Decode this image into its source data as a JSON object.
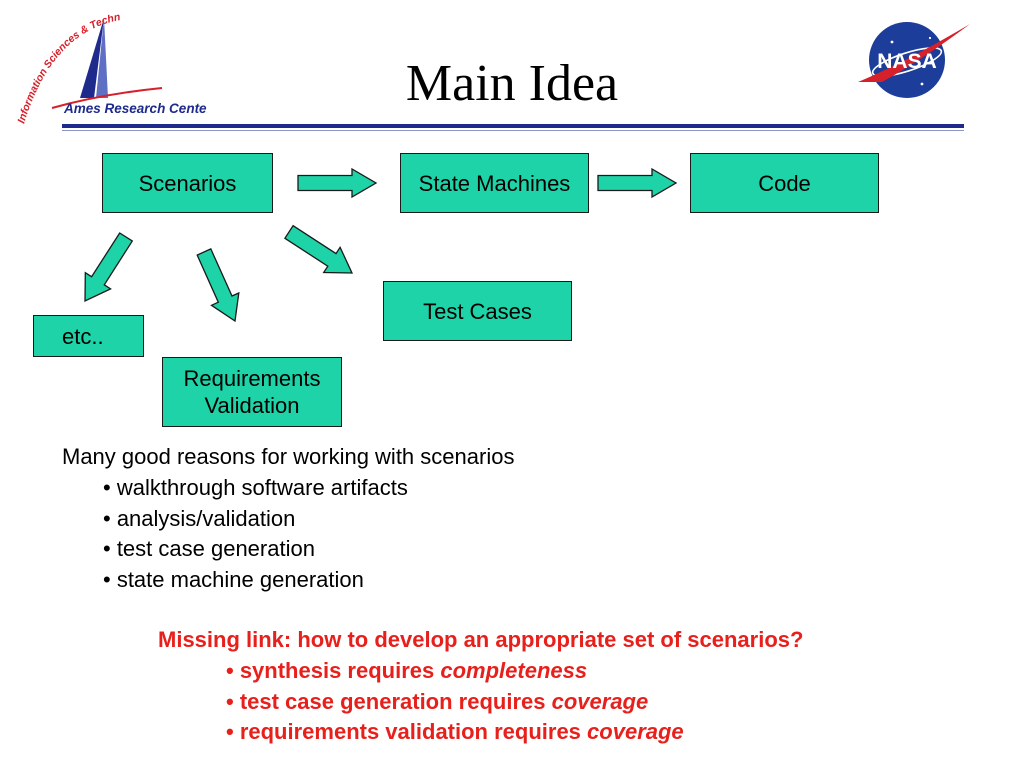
{
  "slide": {
    "title": "Main Idea"
  },
  "logos": {
    "ames_org": "Information Sciences & Technology",
    "ames_center": "Ames Research Center",
    "nasa": "NASA"
  },
  "diagram": {
    "scenarios": "Scenarios",
    "state_machines": "State Machines",
    "code": "Code",
    "test_cases": "Test Cases",
    "etc": "etc..",
    "requirements_line1": "Requirements",
    "requirements_line2": "Validation"
  },
  "reasons": {
    "heading": "Many good reasons for working with scenarios",
    "items": [
      "• walkthrough software artifacts",
      "• analysis/validation",
      "• test case generation",
      "• state machine generation"
    ]
  },
  "missing": {
    "heading": "Missing link: how to develop an appropriate set of scenarios?",
    "items": [
      {
        "text": "• synthesis requires ",
        "emphasis": "completeness"
      },
      {
        "text": "• test case generation requires ",
        "emphasis": "coverage"
      },
      {
        "text": "• requirements validation requires ",
        "emphasis": "coverage"
      }
    ]
  },
  "colors": {
    "box_fill": "#1dd3a7",
    "arrow_fill": "#1dd3a7",
    "rule": "#1e2a8c",
    "highlight_text": "#e8201c",
    "nasa_blue": "#1c3d99",
    "nasa_red": "#d6202a"
  }
}
